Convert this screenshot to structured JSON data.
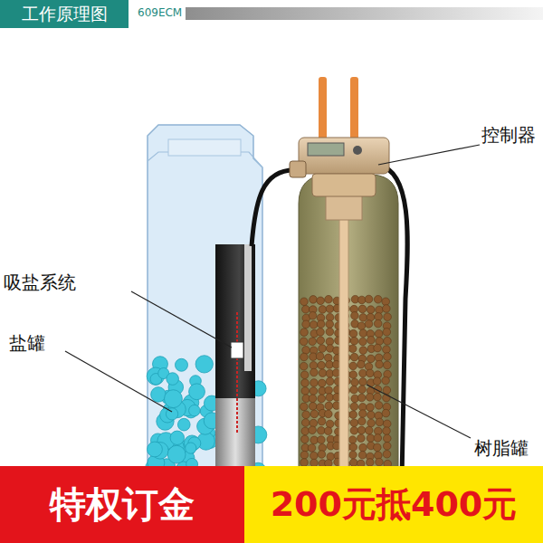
{
  "diagram": {
    "nodes": [
      {
        "text": [
          "工作原理图"
        ]
      },
      {
        "text": [
          "特权订金"
        ]
      },
      {
        "text": [
          "200元抵400元"
        ]
      }
    ],
    "labels": [
      "609ECM",
      "控制器",
      "吸盐系统",
      "盐罐",
      "树脂罐"
    ]
  }
}
